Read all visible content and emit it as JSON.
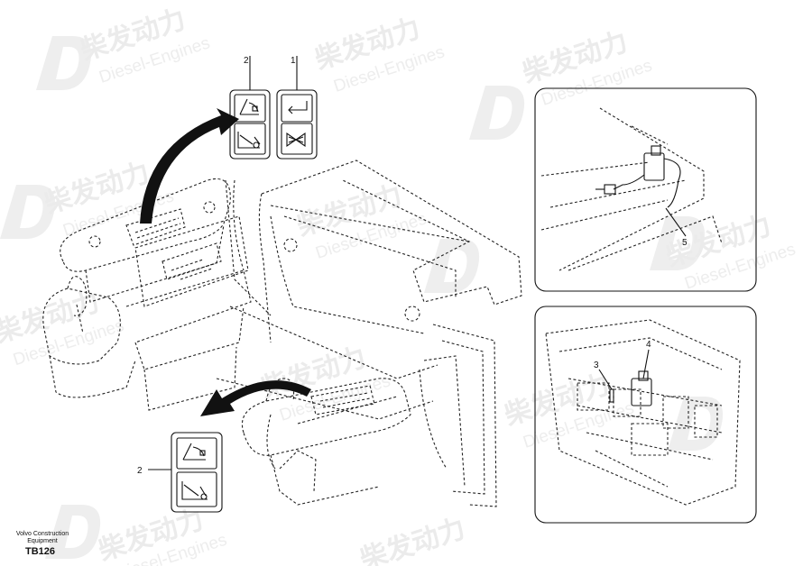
{
  "watermark": {
    "chinese": "柴发动力",
    "english": "Diesel-Engines"
  },
  "callouts": [
    "1",
    "2",
    "2",
    "3",
    "4",
    "5"
  ],
  "caption": {
    "line1": "Volvo Construction",
    "line2": "Equipment",
    "code": "TB126"
  }
}
